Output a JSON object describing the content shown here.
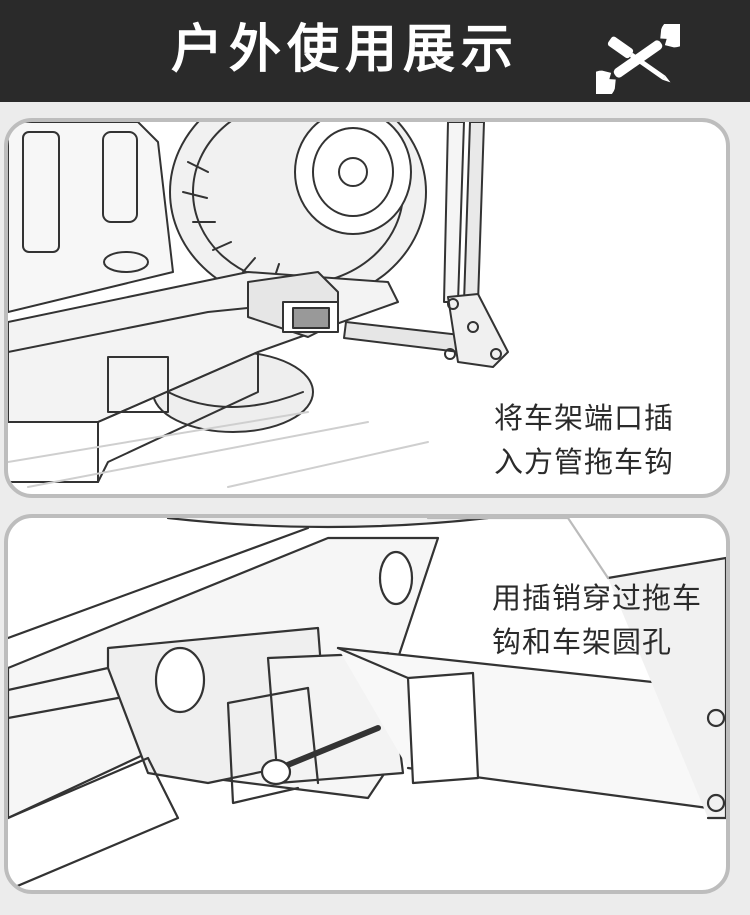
{
  "header": {
    "title": "户外使用展示",
    "icon": "wrench-screwdriver-icon",
    "background": "#2a2a2a"
  },
  "panels": [
    {
      "caption_lines": [
        "将车架端口插",
        "入方管拖车钩"
      ]
    },
    {
      "caption_lines": [
        "用插销穿过拖车",
        "钩和车架圆孔"
      ]
    }
  ],
  "colors": {
    "panel_border": "#bdbdbd",
    "sketch_ink": "#333333"
  }
}
